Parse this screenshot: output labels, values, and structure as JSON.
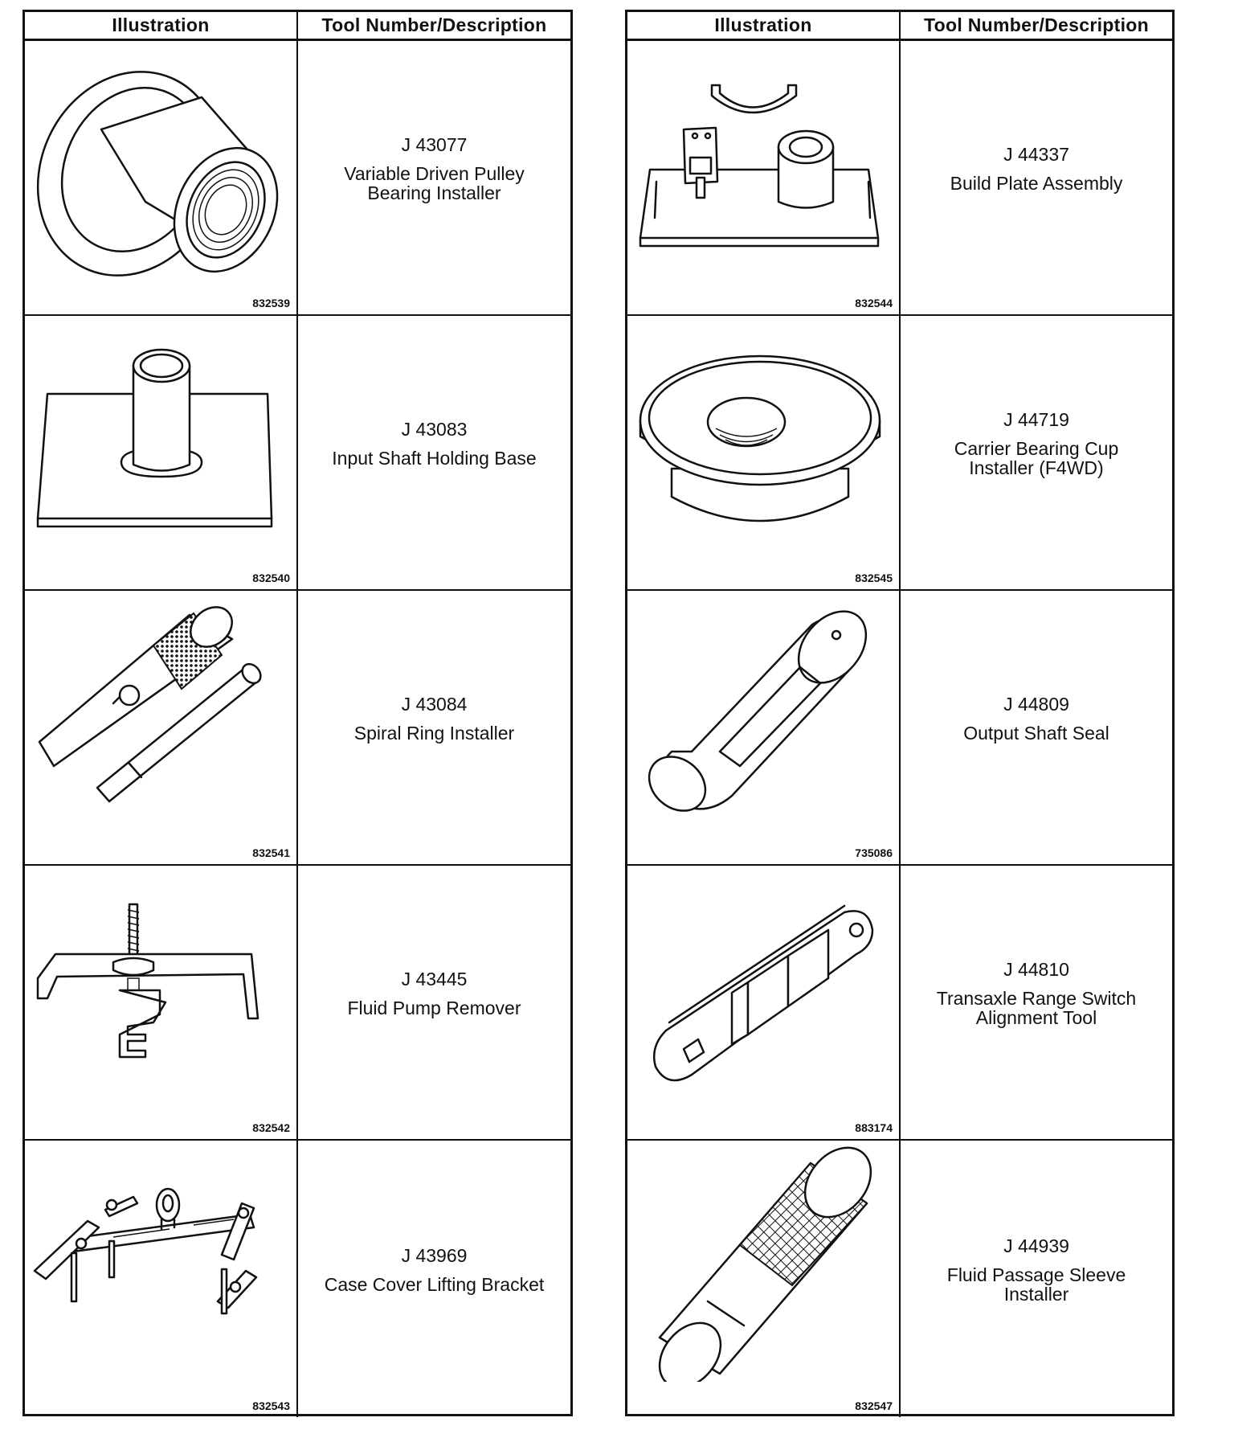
{
  "headers": {
    "illustration": "Illustration",
    "description": "Tool Number/Description"
  },
  "left": [
    {
      "code": "832539",
      "number": "J 43077",
      "text": "Variable Driven Pulley\nBearing Installer",
      "icon": "pulley-bearing-installer-icon"
    },
    {
      "code": "832540",
      "number": "J 43083",
      "text": "Input Shaft Holding Base",
      "icon": "holding-base-icon"
    },
    {
      "code": "832541",
      "number": "J 43084",
      "text": "Spiral Ring Installer",
      "icon": "spiral-ring-installer-icon"
    },
    {
      "code": "832542",
      "number": "J 43445",
      "text": "Fluid Pump Remover",
      "icon": "pump-remover-icon"
    },
    {
      "code": "832543",
      "number": "J 43969",
      "text": "Case Cover Lifting Bracket",
      "icon": "lifting-bracket-icon"
    }
  ],
  "right": [
    {
      "code": "832544",
      "number": "J 44337",
      "text": "Build Plate Assembly",
      "icon": "build-plate-icon"
    },
    {
      "code": "832545",
      "number": "J 44719",
      "text": "Carrier Bearing Cup\nInstaller (F4WD)",
      "icon": "cup-installer-icon"
    },
    {
      "code": "735086",
      "number": "J 44809",
      "text": "Output Shaft Seal",
      "icon": "seal-installer-icon"
    },
    {
      "code": "883174",
      "number": "J 44810",
      "text": "Transaxle Range Switch\nAlignment Tool",
      "icon": "alignment-tool-icon"
    },
    {
      "code": "832547",
      "number": "J 44939",
      "text": "Fluid Passage Sleeve\nInstaller",
      "icon": "sleeve-installer-icon"
    }
  ]
}
